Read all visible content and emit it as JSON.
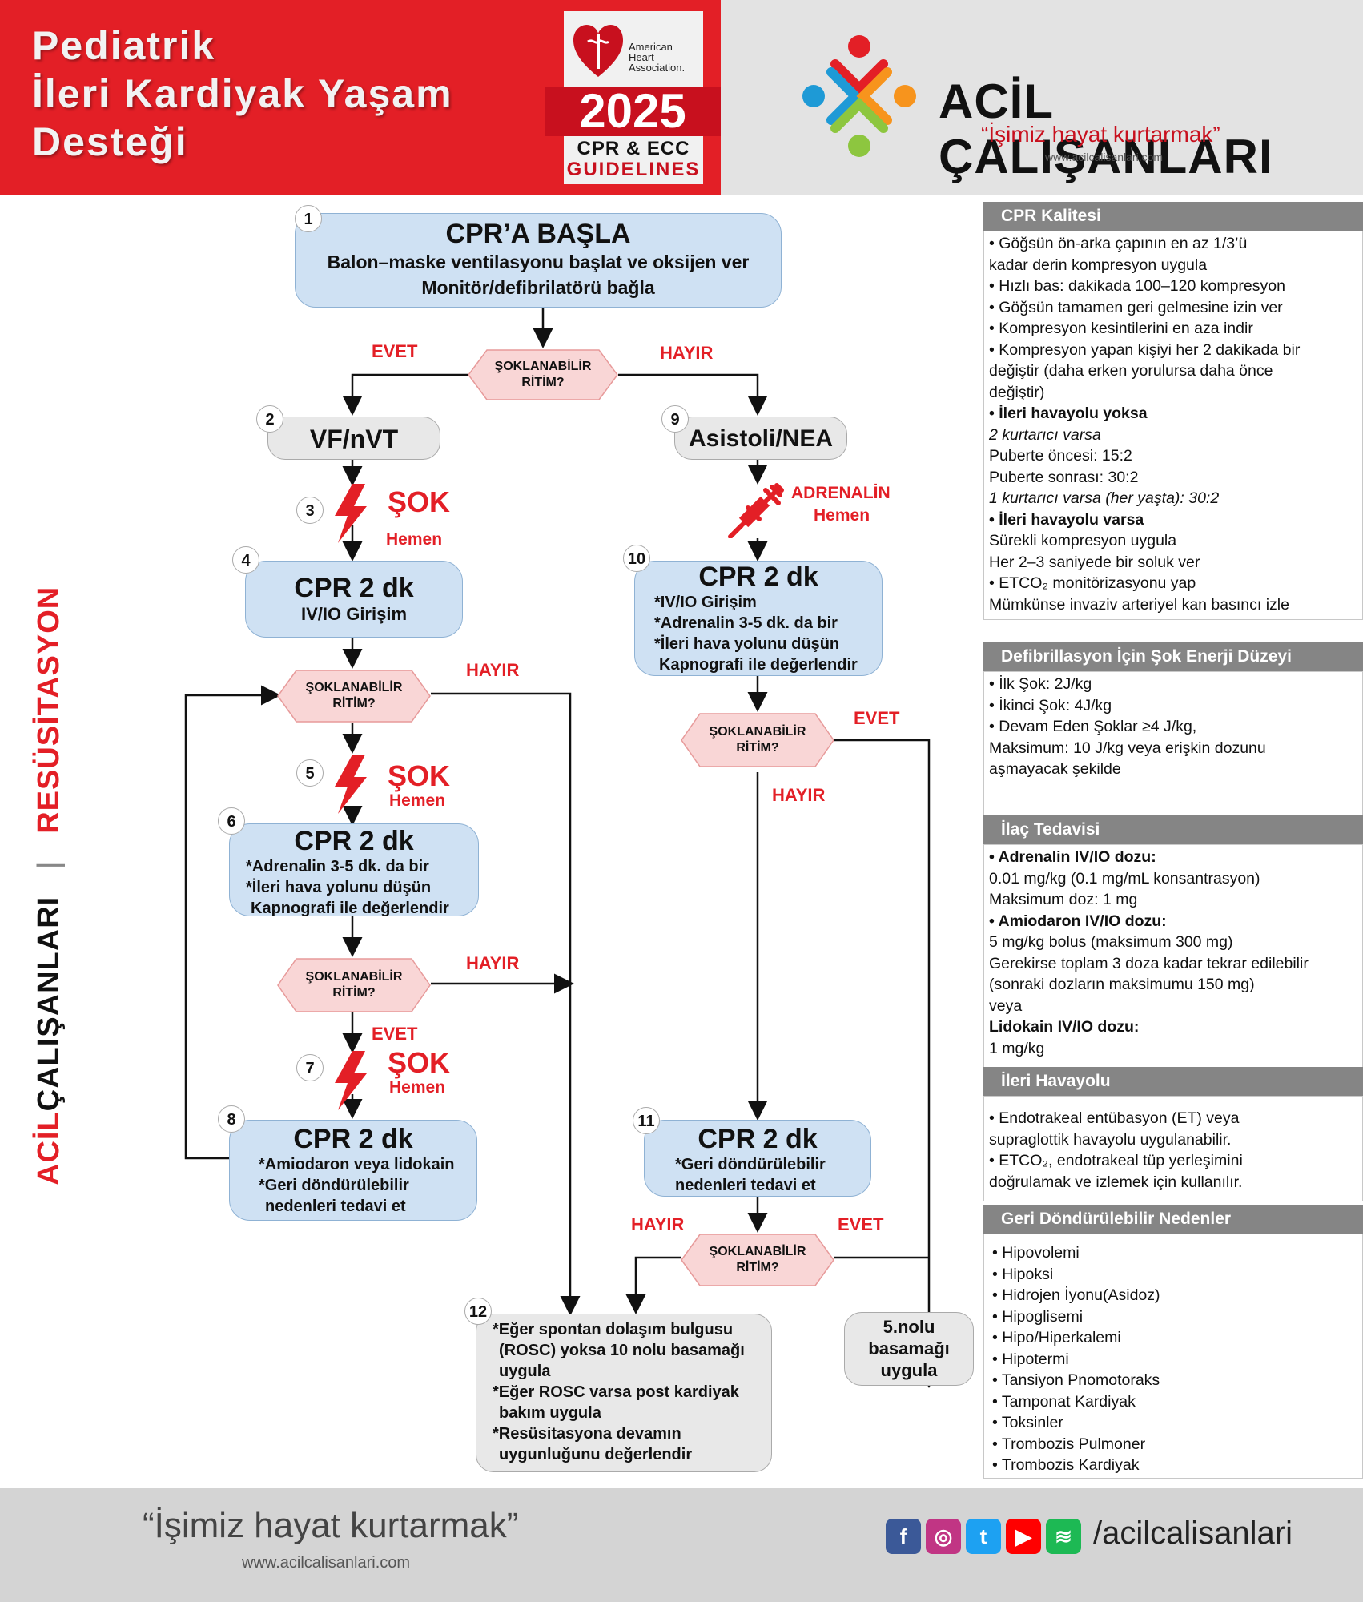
{
  "header": {
    "title_lines": [
      "Pediatrik",
      "İleri Kardiyak Yaşam",
      "Desteği"
    ],
    "badge": {
      "org_lines": [
        "American",
        "Heart",
        "Association."
      ],
      "year": "2025",
      "line1": "CPR & ECC",
      "line2": "GUIDELINES"
    },
    "brand": {
      "name": "ACİL ÇALIŞANLARI",
      "slogan": "“İşimiz hayat kurtarmak”",
      "url": "www.acilcalisanlari.com"
    }
  },
  "side_label": {
    "part1": "ACİL",
    "part2": "ÇALIŞANLARI",
    "sep": "|",
    "part3": "RESÜSİTASYON"
  },
  "flow": {
    "step1": {
      "num": "1",
      "title": "CPR’A BAŞLA",
      "line1": "Balon–maske ventilasyonu başlat ve oksijen ver",
      "line2": "Monitör/defibrilatörü bağla"
    },
    "decision_label": [
      "ŞOKLANABİLİR",
      "RİTİM?"
    ],
    "yes": "EVET",
    "no": "HAYIR",
    "step2": {
      "num": "2",
      "title": "VF/nVT"
    },
    "step3": {
      "num": "3",
      "shock": "ŞOK",
      "note": "Hemen"
    },
    "step4": {
      "num": "4",
      "title": "CPR 2 dk",
      "line1": "IV/IO Girişim"
    },
    "step5": {
      "num": "5",
      "shock": "ŞOK",
      "note": "Hemen"
    },
    "step6": {
      "num": "6",
      "title": "CPR 2 dk",
      "lines": [
        "*Adrenalin 3-5 dk. da bir",
        "*İleri hava yolunu düşün",
        "Kapnografi ile değerlendir"
      ]
    },
    "step7": {
      "num": "7",
      "shock": "ŞOK",
      "note": "Hemen"
    },
    "step8": {
      "num": "8",
      "title": "CPR 2 dk",
      "lines": [
        "*Amiodaron veya lidokain",
        "*Geri döndürülebilir",
        "nedenleri tedavi et"
      ]
    },
    "step9": {
      "num": "9",
      "title": "Asistoli/NEA"
    },
    "adrenaline": {
      "label": "ADRENALİN",
      "note": "Hemen"
    },
    "step10": {
      "num": "10",
      "title": "CPR 2 dk",
      "lines": [
        "*IV/IO Girişim",
        "*Adrenalin 3-5 dk. da bir",
        "*İleri hava yolunu düşün",
        "Kapnografi ile değerlendir"
      ]
    },
    "step11": {
      "num": "11",
      "title": "CPR 2 dk",
      "lines": [
        "*Geri döndürülebilir",
        "nedenleri tedavi et"
      ]
    },
    "step12": {
      "num": "12",
      "lines": [
        "*Eğer spontan dolaşım bulgusu",
        "(ROSC) yoksa 10 nolu basamağı",
        "uygula",
        "*Eğer ROSC varsa post kardiyak",
        "bakım uygula",
        "*Resüsitasyona devamın",
        "uygunluğunu değerlendir"
      ]
    },
    "goto5": {
      "lines": [
        "5.nolu",
        "basamağı",
        "uygula"
      ]
    }
  },
  "panel": {
    "cpr_quality": {
      "title": "CPR Kalitesi",
      "lines": [
        "• Göğsün ön-arka çapının en az 1/3’ü",
        "   kadar derin kompresyon uygula",
        "•  Hızlı bas: dakikada 100–120 kompresyon",
        "•  Göğsün tamamen geri gelmesine izin ver",
        "•  Kompresyon kesintilerini en aza indir",
        "•  Kompresyon yapan kişiyi her 2 dakikada bir",
        "    değiştir (daha erken yorulursa daha önce",
        "    değiştir)",
        "• İleri havayolu yoksa",
        "    2 kurtarıcı varsa",
        "    Puberte öncesi: 15:2",
        "    Puberte sonrası: 30:2",
        "    1 kurtarıcı varsa (her yaşta): 30:2",
        "• İleri havayolu varsa",
        "   Sürekli kompresyon uygula",
        "   Her 2–3 saniyede bir soluk ver",
        "• ETCO₂ monitörizasyonu yap",
        "   Mümkünse invaziv arteriyel kan basıncı izle"
      ]
    },
    "defib": {
      "title": "Defibrillasyon İçin Şok Enerji Düzeyi",
      "lines": [
        "• İlk Şok: 2J/kg",
        "• İkinci Şok: 4J/kg",
        "• Devam Eden Şoklar ≥4 J/kg,",
        "   Maksimum: 10 J/kg veya erişkin dozunu",
        "   aşmayacak şekilde"
      ]
    },
    "drugs": {
      "title": "İlaç Tedavisi",
      "lines": [
        "• Adrenalin IV/IO dozu:",
        "   0.01 mg/kg (0.1 mg/mL konsantrasyon)",
        "   Maksimum doz: 1 mg",
        "• Amiodaron IV/IO dozu:",
        "   5 mg/kg bolus (maksimum 300 mg)",
        "   Gerekirse toplam 3 doza kadar tekrar edilebilir",
        "   (sonraki dozların maksimumu 150 mg)",
        "   veya",
        "   Lidokain IV/IO dozu:",
        "   1 mg/kg"
      ]
    },
    "airway": {
      "title": "İleri Havayolu",
      "lines": [
        "• Endotrakeal entübasyon (ET) veya",
        "   supraglottik havayolu uygulanabilir.",
        "• ETCO₂, endotrakeal tüp yerleşimini",
        "   doğrulamak ve izlemek için kullanılır."
      ]
    },
    "causes": {
      "title": "Geri Döndürülebilir Nedenler",
      "items": [
        "Hipovolemi",
        "Hipoksi",
        "Hidrojen İyonu(Asidoz)",
        "Hipoglisemi",
        "Hipo/Hiperkalemi",
        "Hipotermi",
        "Tansiyon Pnomotoraks",
        "Tamponat Kardiyak",
        "Toksinler",
        "Trombozis Pulmoner",
        "Trombozis Kardiyak"
      ]
    }
  },
  "footer": {
    "slogan": "“İşimiz hayat kurtarmak”",
    "url": "www.acilcalisanlari.com",
    "social": [
      "facebook-icon",
      "instagram-icon",
      "twitter-icon",
      "youtube-icon",
      "spotify-icon"
    ],
    "handle": "/acilcalisanlari"
  },
  "colors": {
    "red": "#e31f26",
    "blue_box": "#cfe1f3",
    "decision": "#f9d6d6",
    "gray_box": "#e8e8e8",
    "panel_header": "#858585"
  }
}
